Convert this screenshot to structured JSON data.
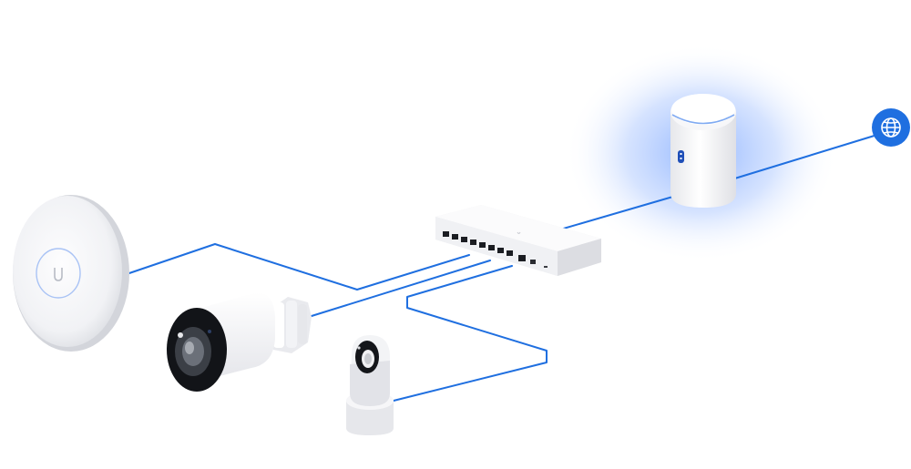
{
  "colors": {
    "link": "#1f6fe0",
    "glow": "#3d7dff",
    "accent": "#1f6fe0",
    "device_body": "#f4f4f6",
    "device_shade": "#e3e4e8",
    "lens_dark": "#111418"
  },
  "nodes": [
    {
      "id": "internet",
      "icon": "globe-icon"
    },
    {
      "id": "gateway",
      "icon": "cloud-gateway-icon"
    },
    {
      "id": "switch",
      "icon": "network-switch-icon"
    },
    {
      "id": "access-point",
      "icon": "access-point-icon"
    },
    {
      "id": "bullet-camera",
      "icon": "bullet-camera-icon"
    },
    {
      "id": "flex-camera",
      "icon": "flex-camera-icon"
    }
  ],
  "links": [
    {
      "from": "internet",
      "to": "gateway"
    },
    {
      "from": "gateway",
      "to": "switch"
    },
    {
      "from": "switch",
      "to": "access-point"
    },
    {
      "from": "switch",
      "to": "bullet-camera"
    },
    {
      "from": "switch",
      "to": "flex-camera"
    }
  ]
}
